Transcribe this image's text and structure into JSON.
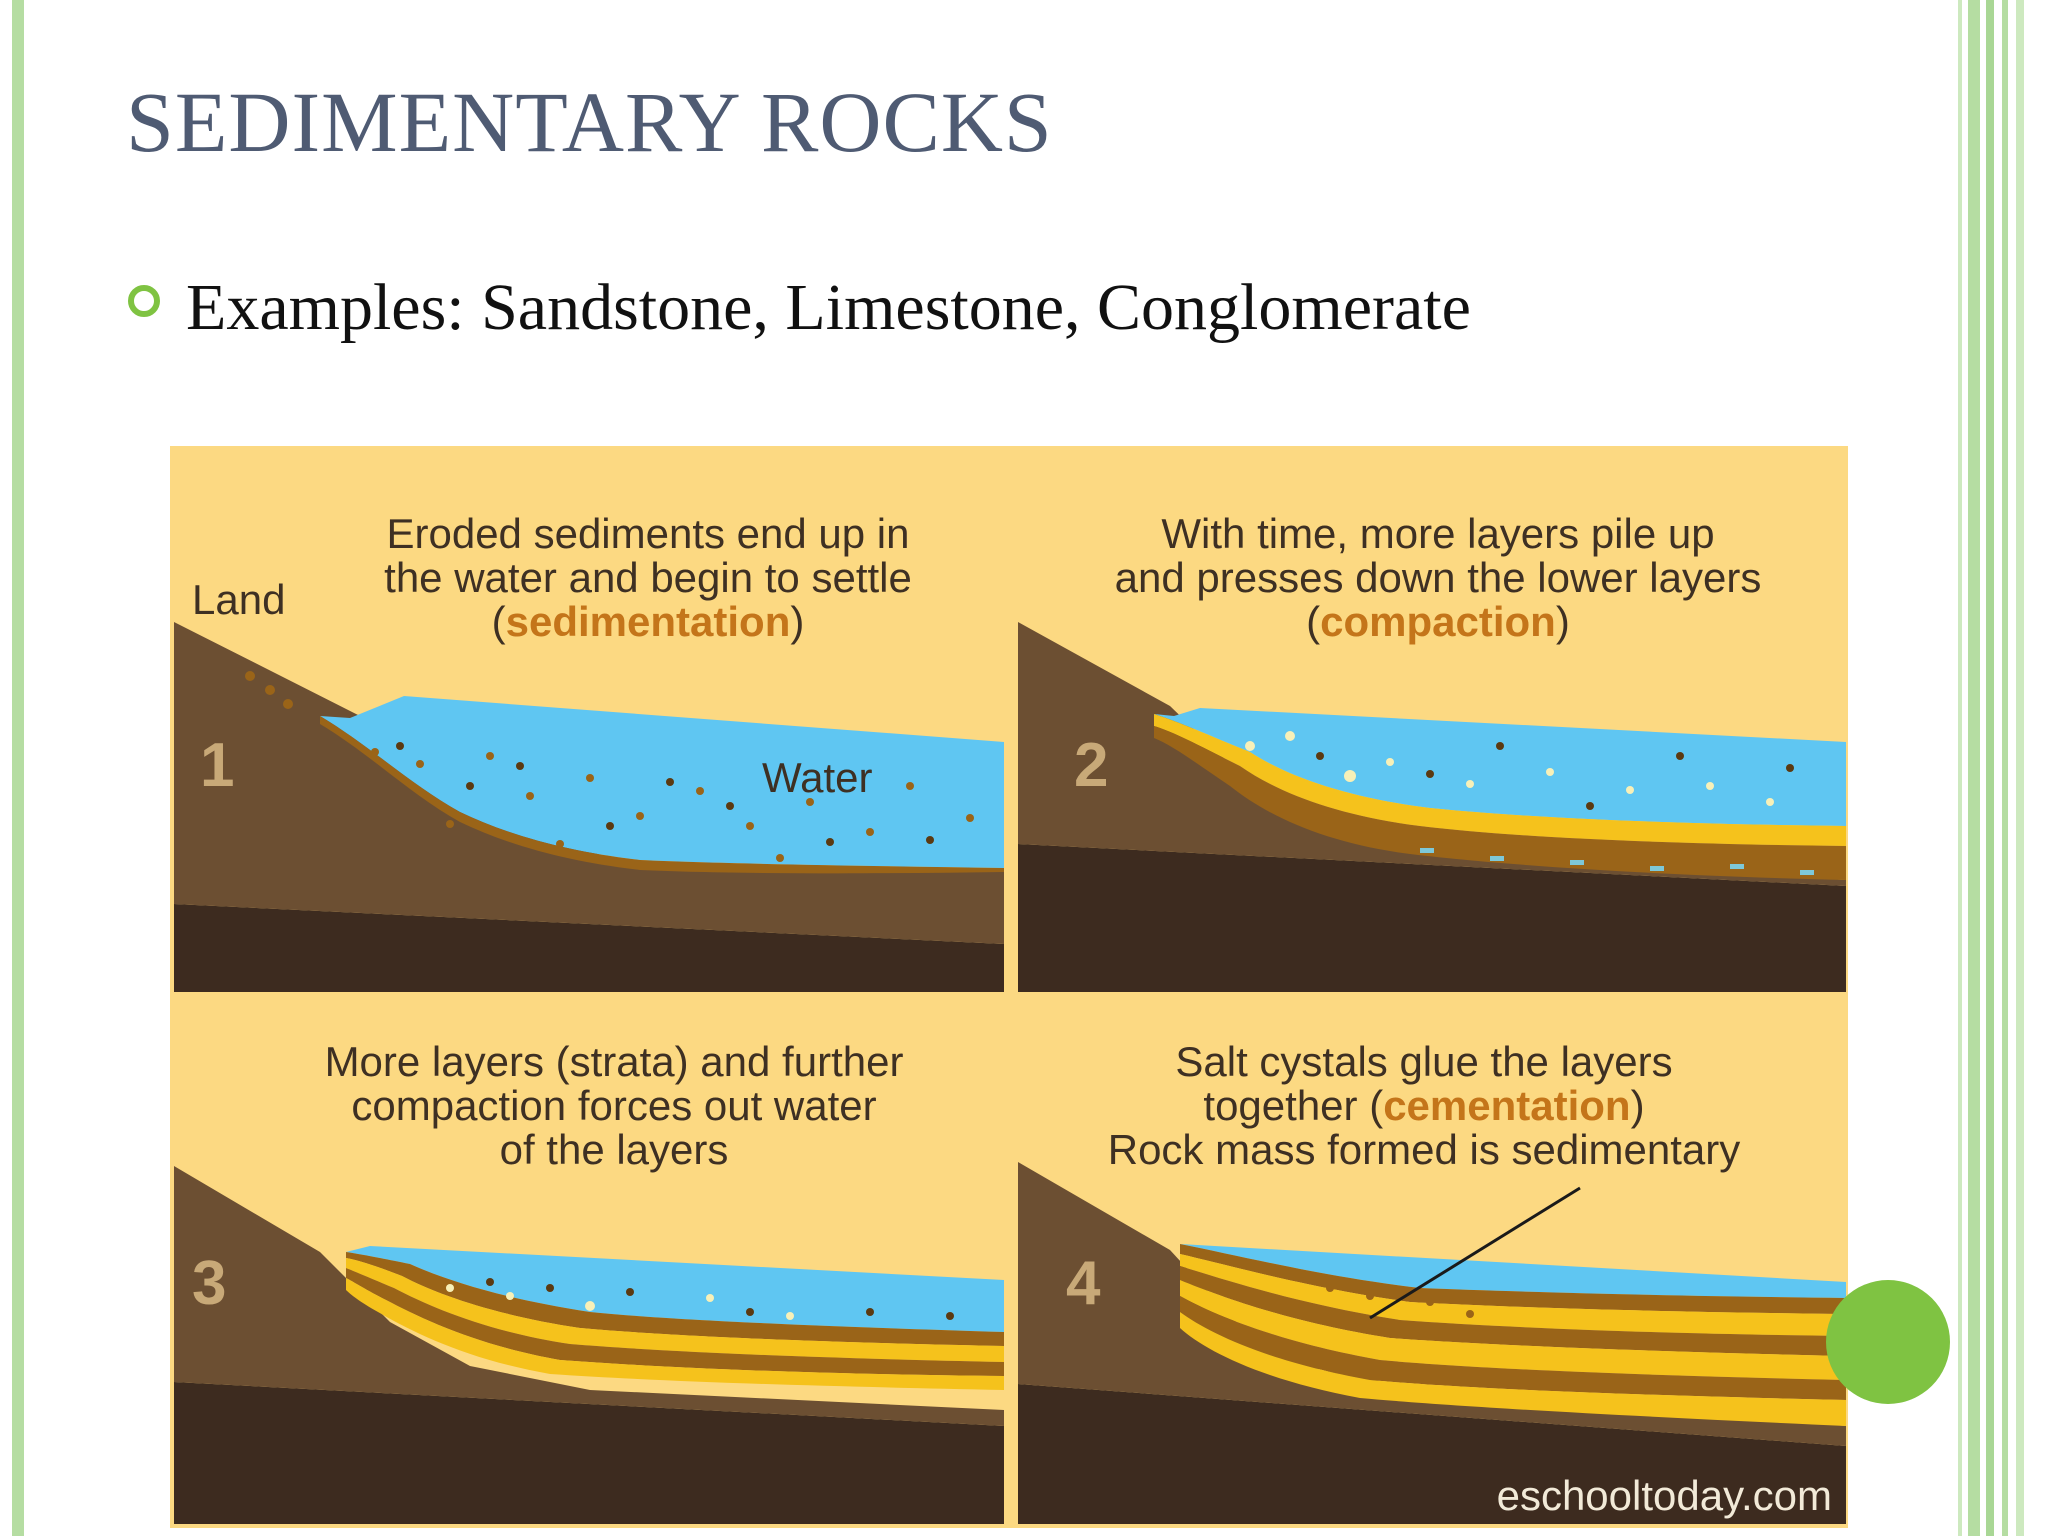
{
  "slide": {
    "title": "SEDIMENTARY ROCKS",
    "bullet": "Examples: Sandstone, Limestone, Conglomerate"
  },
  "figure": {
    "panels": [
      {
        "number": "1",
        "lines": [
          "Eroded sediments end up in",
          "the water and begin to settle"
        ],
        "term": "sedimentation"
      },
      {
        "number": "2",
        "lines": [
          "With time, more layers pile up",
          "and presses down the lower layers"
        ],
        "term": "compaction"
      },
      {
        "number": "3",
        "lines": [
          "More layers (strata) and further",
          "compaction forces out water",
          "of the layers"
        ]
      },
      {
        "number": "4",
        "line1": "Salt cystals glue the layers",
        "line2_prefix": "together (",
        "term": "cementation",
        "line2_suffix": ")",
        "line3": "Rock mass formed is sedimentary"
      }
    ],
    "labels": {
      "land": "Land",
      "water": "Water"
    },
    "credit": "eschooltoday.com"
  },
  "colors": {
    "accent_green": "#7fc342",
    "title_color": "#4f5b73",
    "figure_bg": "#fcd982",
    "water": "#5fc6f2",
    "bedrock": "#3d2b1f",
    "slope": "#6c4f32",
    "sediment_yellow": "#f5c21c",
    "sediment_brown": "#9a6418",
    "highlight_term": "#c4751a"
  }
}
